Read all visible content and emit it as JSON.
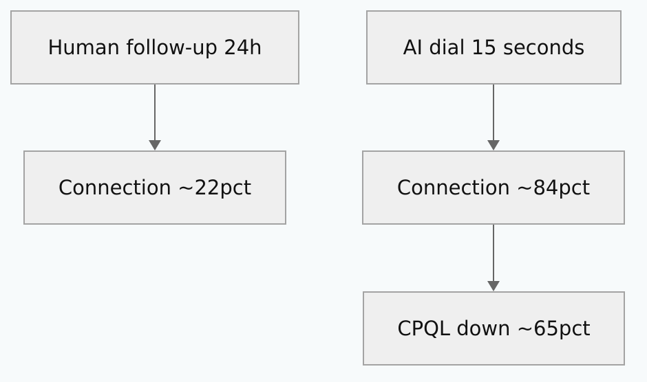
{
  "diagram": {
    "nodes": [
      {
        "id": "n1",
        "label": "Human follow-up 24h"
      },
      {
        "id": "n2",
        "label": "Connection ~22pct"
      },
      {
        "id": "n3",
        "label": "AI dial 15 seconds"
      },
      {
        "id": "n4",
        "label": "Connection ~84pct"
      },
      {
        "id": "n5",
        "label": "CPQL down ~65pct"
      }
    ],
    "edges": [
      {
        "from": "n1",
        "to": "n2"
      },
      {
        "from": "n3",
        "to": "n4"
      },
      {
        "from": "n4",
        "to": "n5"
      }
    ],
    "colors": {
      "background": "#f7fafb",
      "node_fill": "#efefef",
      "node_border": "#a3a3a3",
      "edge": "#666666",
      "text": "#111111"
    }
  }
}
